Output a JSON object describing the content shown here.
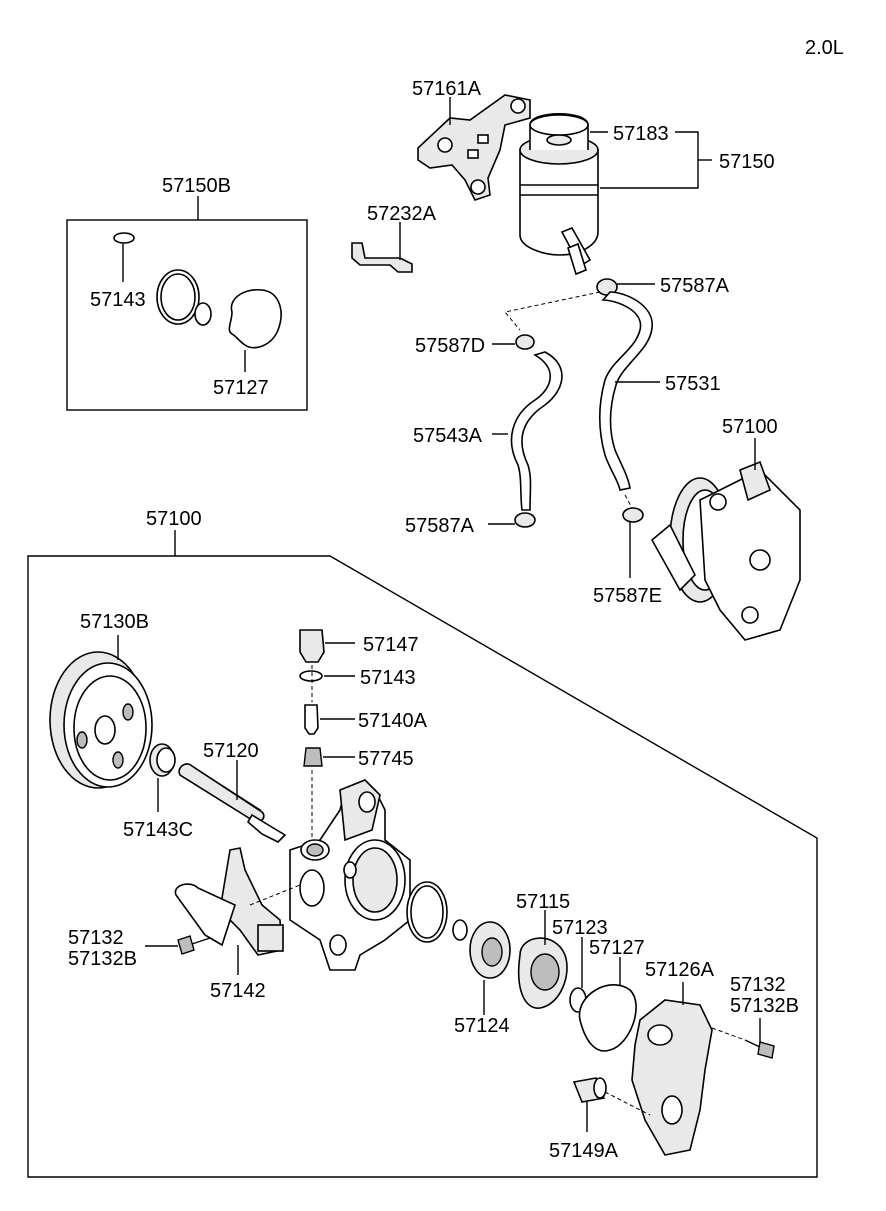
{
  "engine": "2.0L",
  "labels": {
    "p57161A": "57161A",
    "p57183": "57183",
    "p57150": "57150",
    "p57150B": "57150B",
    "p57232A": "57232A",
    "p57143_kit": "57143",
    "p57127_kit": "57127",
    "p57587A": "57587A",
    "p57587D": "57587D",
    "p57531": "57531",
    "p57543A": "57543A",
    "p57100_top": "57100",
    "p57587A_low": "57587A",
    "p57587E": "57587E",
    "p57100_main": "57100",
    "p57130B": "57130B",
    "p57147": "57147",
    "p57143_main": "57143",
    "p57140A": "57140A",
    "p57745": "57745",
    "p57120": "57120",
    "p57143C": "57143C",
    "p57132_left": "57132",
    "p57132B_left": "57132B",
    "p57142": "57142",
    "p57115": "57115",
    "p57123": "57123",
    "p57127_main": "57127",
    "p57124": "57124",
    "p57126A": "57126A",
    "p57132_right": "57132",
    "p57132B_right": "57132B",
    "p57149A": "57149A"
  }
}
